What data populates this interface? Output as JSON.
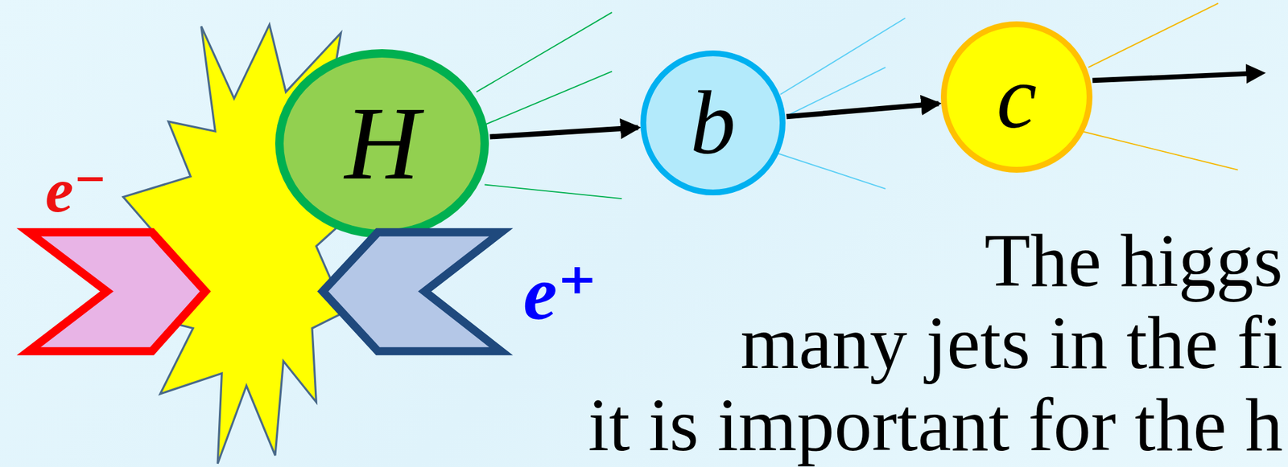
{
  "diagram": {
    "nodes": [
      {
        "text": [
          "H"
        ]
      },
      {
        "text": [
          "b"
        ]
      },
      {
        "text": [
          "c"
        ]
      }
    ],
    "edges": [
      {
        "from": 0,
        "to": 1,
        "arrow": "to"
      },
      {
        "from": 1,
        "to": 2,
        "arrow": "to"
      }
    ],
    "labels": [
      "e⁻",
      "e⁺",
      "The higgs",
      "many jets in the fi",
      "it is important for the h"
    ]
  }
}
